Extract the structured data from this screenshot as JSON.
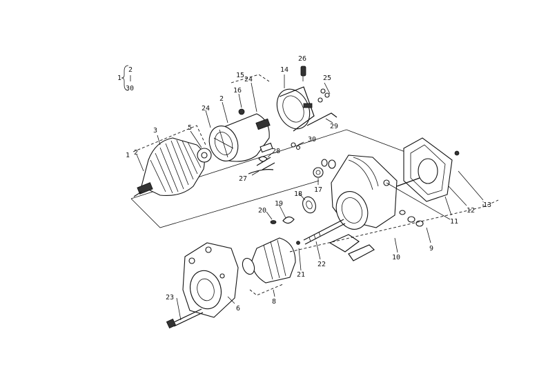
{
  "labels": {
    "l_1": "1",
    "l_2a": "2",
    "l_2b": "2",
    "l_2c": "2",
    "l_30a": "30",
    "l_3": "3",
    "l_5": "5",
    "l_24a": "24",
    "l_24b": "24",
    "l_15": "15",
    "l_16": "16",
    "l_14": "14",
    "l_26": "26",
    "l_25": "25",
    "l_29": "29",
    "l_30b": "30",
    "l_28": "28",
    "l_27": "27",
    "l_17": "17",
    "l_18": "18",
    "l_19": "19",
    "l_20": "20",
    "l_22": "22",
    "l_21": "21",
    "l_23": "23",
    "l_6": "6",
    "l_8": "8",
    "l_9": "9",
    "l_10": "10",
    "l_11": "11",
    "l_12": "12",
    "l_13": "13",
    "l_1b": "1"
  }
}
